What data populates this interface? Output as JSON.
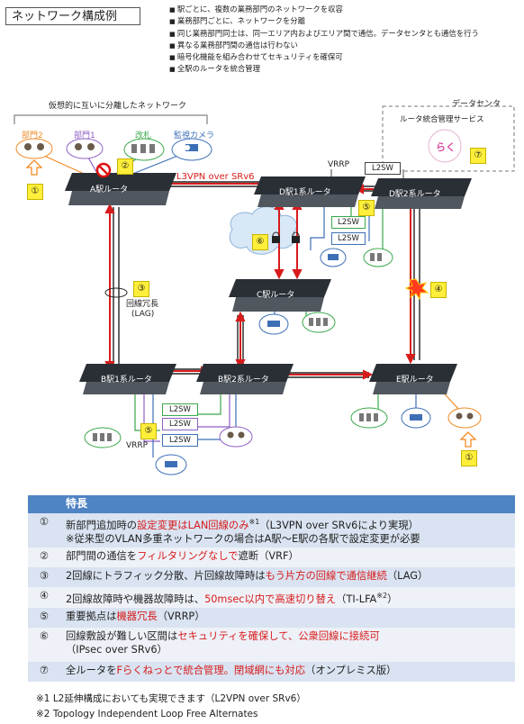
{
  "title": "ネットワーク構成例",
  "bullets": [
    "駅ごとに、複数の業務部門のネットワークを収容",
    "業務部門ごとに、ネットワークを分離",
    "同じ業務部門同士は、同一エリア内およびエリア間で通信。データセンタとも通信を行う",
    "異なる業務部門間の通信は行わない",
    "暗号化機能を組み合わせてセキュリティを確保可",
    "全駅のルータを統合管理"
  ],
  "diagram": {
    "separated_label": "仮想的に互いに分離したネットワーク",
    "depts": [
      "部門2",
      "部門1",
      "改札",
      "監視カメラ"
    ],
    "datacenter": "データセンタ",
    "mgmt_service": "ルータ統合管理サービス",
    "logo_text": "らく",
    "l3vpn": "L3VPN over SRv6",
    "vrrp": "VRRP",
    "l2sw": "L2SW",
    "lag_label": "回線冗長",
    "lag_sub": "(LAG)",
    "routers": {
      "a": "A駅ルータ",
      "d1": "D駅1系ルータ",
      "d2": "D駅2系ルータ",
      "c": "C駅ルータ",
      "b1": "B駅1系ルータ",
      "b2": "B駅2系ルータ",
      "e": "E駅ルータ"
    },
    "markers": [
      "①",
      "②",
      "③",
      "④",
      "⑤",
      "⑥",
      "⑦"
    ]
  },
  "features": {
    "header": "特長",
    "rows": [
      {
        "num": "①",
        "pre": "新部門追加時の",
        "red": "設定変更はLAN回線のみ",
        "sup": "※1",
        "post": "（L3VPN over SRv6により実現）",
        "line2": "※従来型のVLAN多重ネットワークの場合はA駅～E駅の各駅で設定変更が必要"
      },
      {
        "num": "②",
        "pre": "部門間の通信を",
        "red": "フィルタリングなしで",
        "post": "遮断（VRF）"
      },
      {
        "num": "③",
        "pre": "2回線にトラフィック分散、片回線故障時は",
        "red": "もう片方の回線で通信継続",
        "post": "（LAG）"
      },
      {
        "num": "④",
        "pre": "2回線故障時や機器故障時は、",
        "red": "50msec以内で高速切り替え",
        "post": "（TI-LFA",
        "sup": "※2",
        "post2": "）"
      },
      {
        "num": "⑤",
        "pre": "重要拠点は",
        "red": "機器冗長",
        "post": "（VRRP）"
      },
      {
        "num": "⑥",
        "pre": "回線敷設が難しい区間は",
        "red": "セキュリティを確保して、公衆回線に接続可",
        "post": "",
        "line2": "（IPsec over SRv6）"
      },
      {
        "num": "⑦",
        "pre": "全ルータを",
        "red": "Fらくねっとで統合管理。閉域網にも対応",
        "post": "（オンプレミス版）"
      }
    ]
  },
  "notes": [
    "※1 L2延伸構成においても実現できます（L2VPN over SRv6）",
    "※2 Topology Independent Loop Free Alternates"
  ],
  "colors": {
    "header_blue": "#4f84c4",
    "accent_red": "#d81b1b",
    "dept2_orange": "#f08a24",
    "dept1_purple": "#8e5fc4",
    "kaisatsu_green": "#3aa84a",
    "camera_blue": "#3d6fb6",
    "marker_yellow": "#ffef3a"
  }
}
